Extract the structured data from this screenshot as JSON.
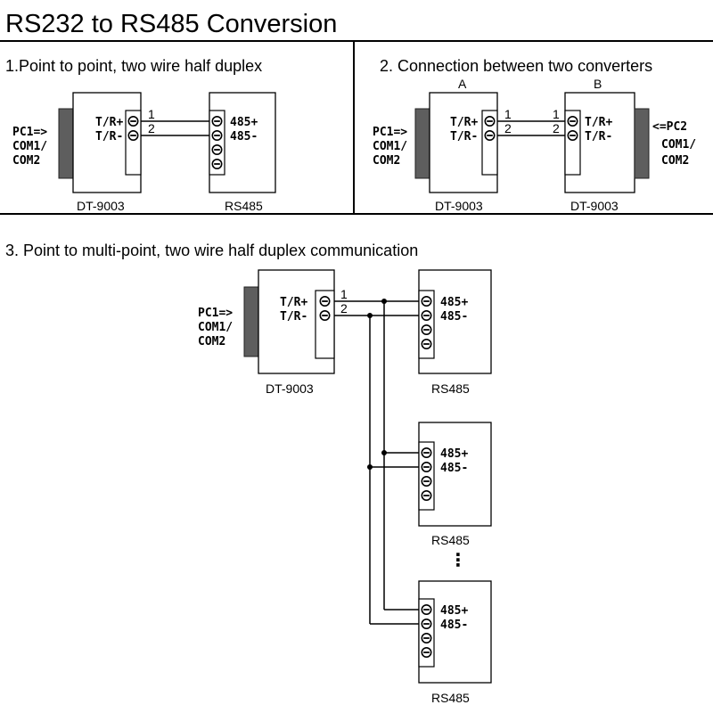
{
  "title": "RS232 to RS485 Conversion",
  "sections": [
    {
      "heading": "1.Point to point, two wire half duplex"
    },
    {
      "heading": "2. Connection between two converters"
    },
    {
      "heading": "3. Point to multi-point, two wire half duplex communication"
    }
  ],
  "labels": {
    "pc1_line1": "PC1=>",
    "pc1_line2": "COM1/",
    "pc1_line3": "COM2",
    "pc2_line1": "<=PC2",
    "pc2_line2": "COM1/",
    "pc2_line3": "COM2",
    "tr_plus": "T/R+",
    "tr_minus": "T/R-",
    "rs485_plus": "485+",
    "rs485_minus": "485-",
    "wire1": "1",
    "wire2": "2",
    "converter_name": "DT-9003",
    "device_name": "RS485",
    "converter_a": "A",
    "converter_b": "B",
    "ellipsis": "⋮"
  },
  "colors": {
    "line": "#000000",
    "connector": "#5e5e5e",
    "background": "#ffffff"
  },
  "icons": {
    "terminal": "screw-terminal-icon",
    "connector": "db-serial-connector-icon"
  }
}
